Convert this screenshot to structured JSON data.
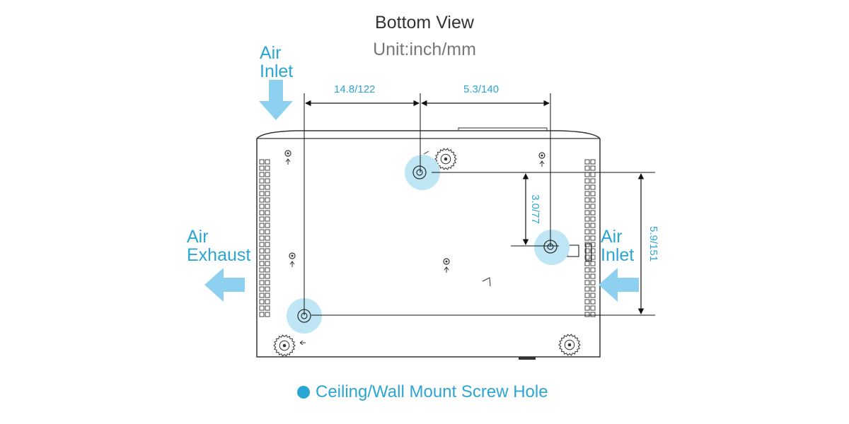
{
  "title": "Bottom View",
  "unit": "Unit:inch/mm",
  "air_inlet_top": {
    "line1": "Air",
    "line2": "Inlet"
  },
  "air_exhaust": {
    "line1": "Air",
    "line2": "Exhaust"
  },
  "air_inlet_right": {
    "line1": "Air",
    "line2": "Inlet"
  },
  "dimensions": {
    "left_span": "14.8/122",
    "right_span": "5.3/140",
    "inner_vertical": "3.0/77",
    "outer_vertical": "5.9/151"
  },
  "legend": {
    "label": "Ceiling/Wall Mount Screw Hole"
  },
  "colors": {
    "accent": "#2ba6d3",
    "highlight": "#bfe6f5",
    "arrow": "#8ed0ef",
    "outline": "#333333"
  }
}
